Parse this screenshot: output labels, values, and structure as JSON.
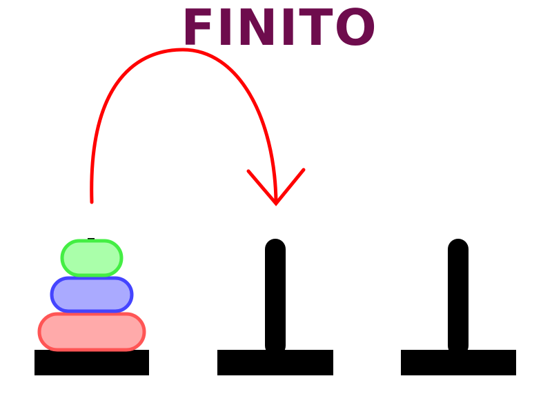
{
  "title": "FINITO",
  "colors": {
    "title": "#6e0c4d",
    "arrow": "#ff0000",
    "peg": "#000000",
    "background": "#ffffff"
  },
  "pegs": [
    {
      "name": "peg-left",
      "disks": [
        "red",
        "blue",
        "green"
      ]
    },
    {
      "name": "peg-middle",
      "disks": []
    },
    {
      "name": "peg-right",
      "disks": []
    }
  ],
  "disk_colors": {
    "red": {
      "fill": "#ffaaaa",
      "stroke": "#ff5555"
    },
    "blue": {
      "fill": "#aaaaff",
      "stroke": "#4444ff"
    },
    "green": {
      "fill": "#aaffaa",
      "stroke": "#44ee44"
    }
  },
  "move_arrow": {
    "from": "peg-left",
    "to": "peg-middle"
  }
}
